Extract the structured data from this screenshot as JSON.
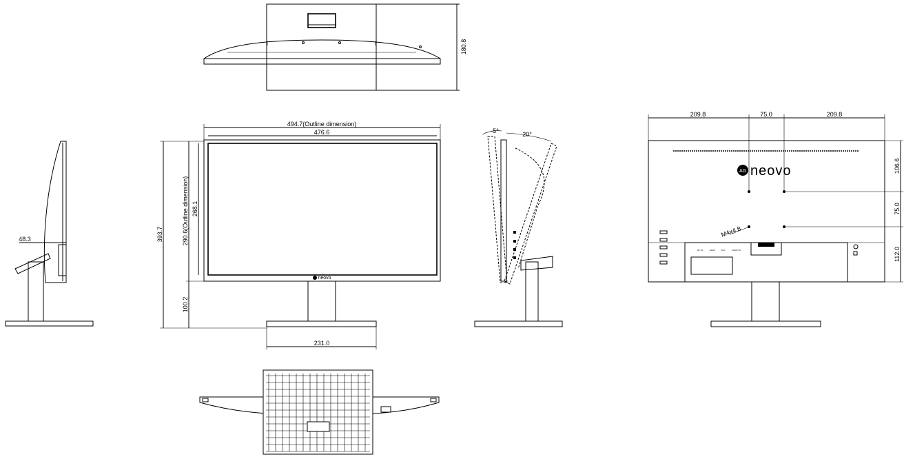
{
  "dimensions": {
    "top_depth": "180.8",
    "outline_width": "494.7(Outline dimension)",
    "screen_width": "476.6",
    "total_height": "393.7",
    "outline_height": "290.6(Outline dimension)",
    "screen_height": "268.1",
    "stand_height": "100.2",
    "base_width": "231.0",
    "side_depth": "48.3",
    "tilt_forward": "-5°",
    "tilt_back": "20°",
    "rear_left": "209.8",
    "rear_vesa_width": "75.0",
    "rear_right": "209.8",
    "rear_top": "106.6",
    "rear_vesa_height": "75.0",
    "rear_bottom": "112.0",
    "screw": "M4x4.8"
  },
  "brand": {
    "front_logo": "neovo",
    "rear_logo": "neovo",
    "rear_logo_badge": "AG"
  },
  "ports": [
    "DC IN",
    "HDMI",
    "VGA",
    "AUDIO IN"
  ]
}
